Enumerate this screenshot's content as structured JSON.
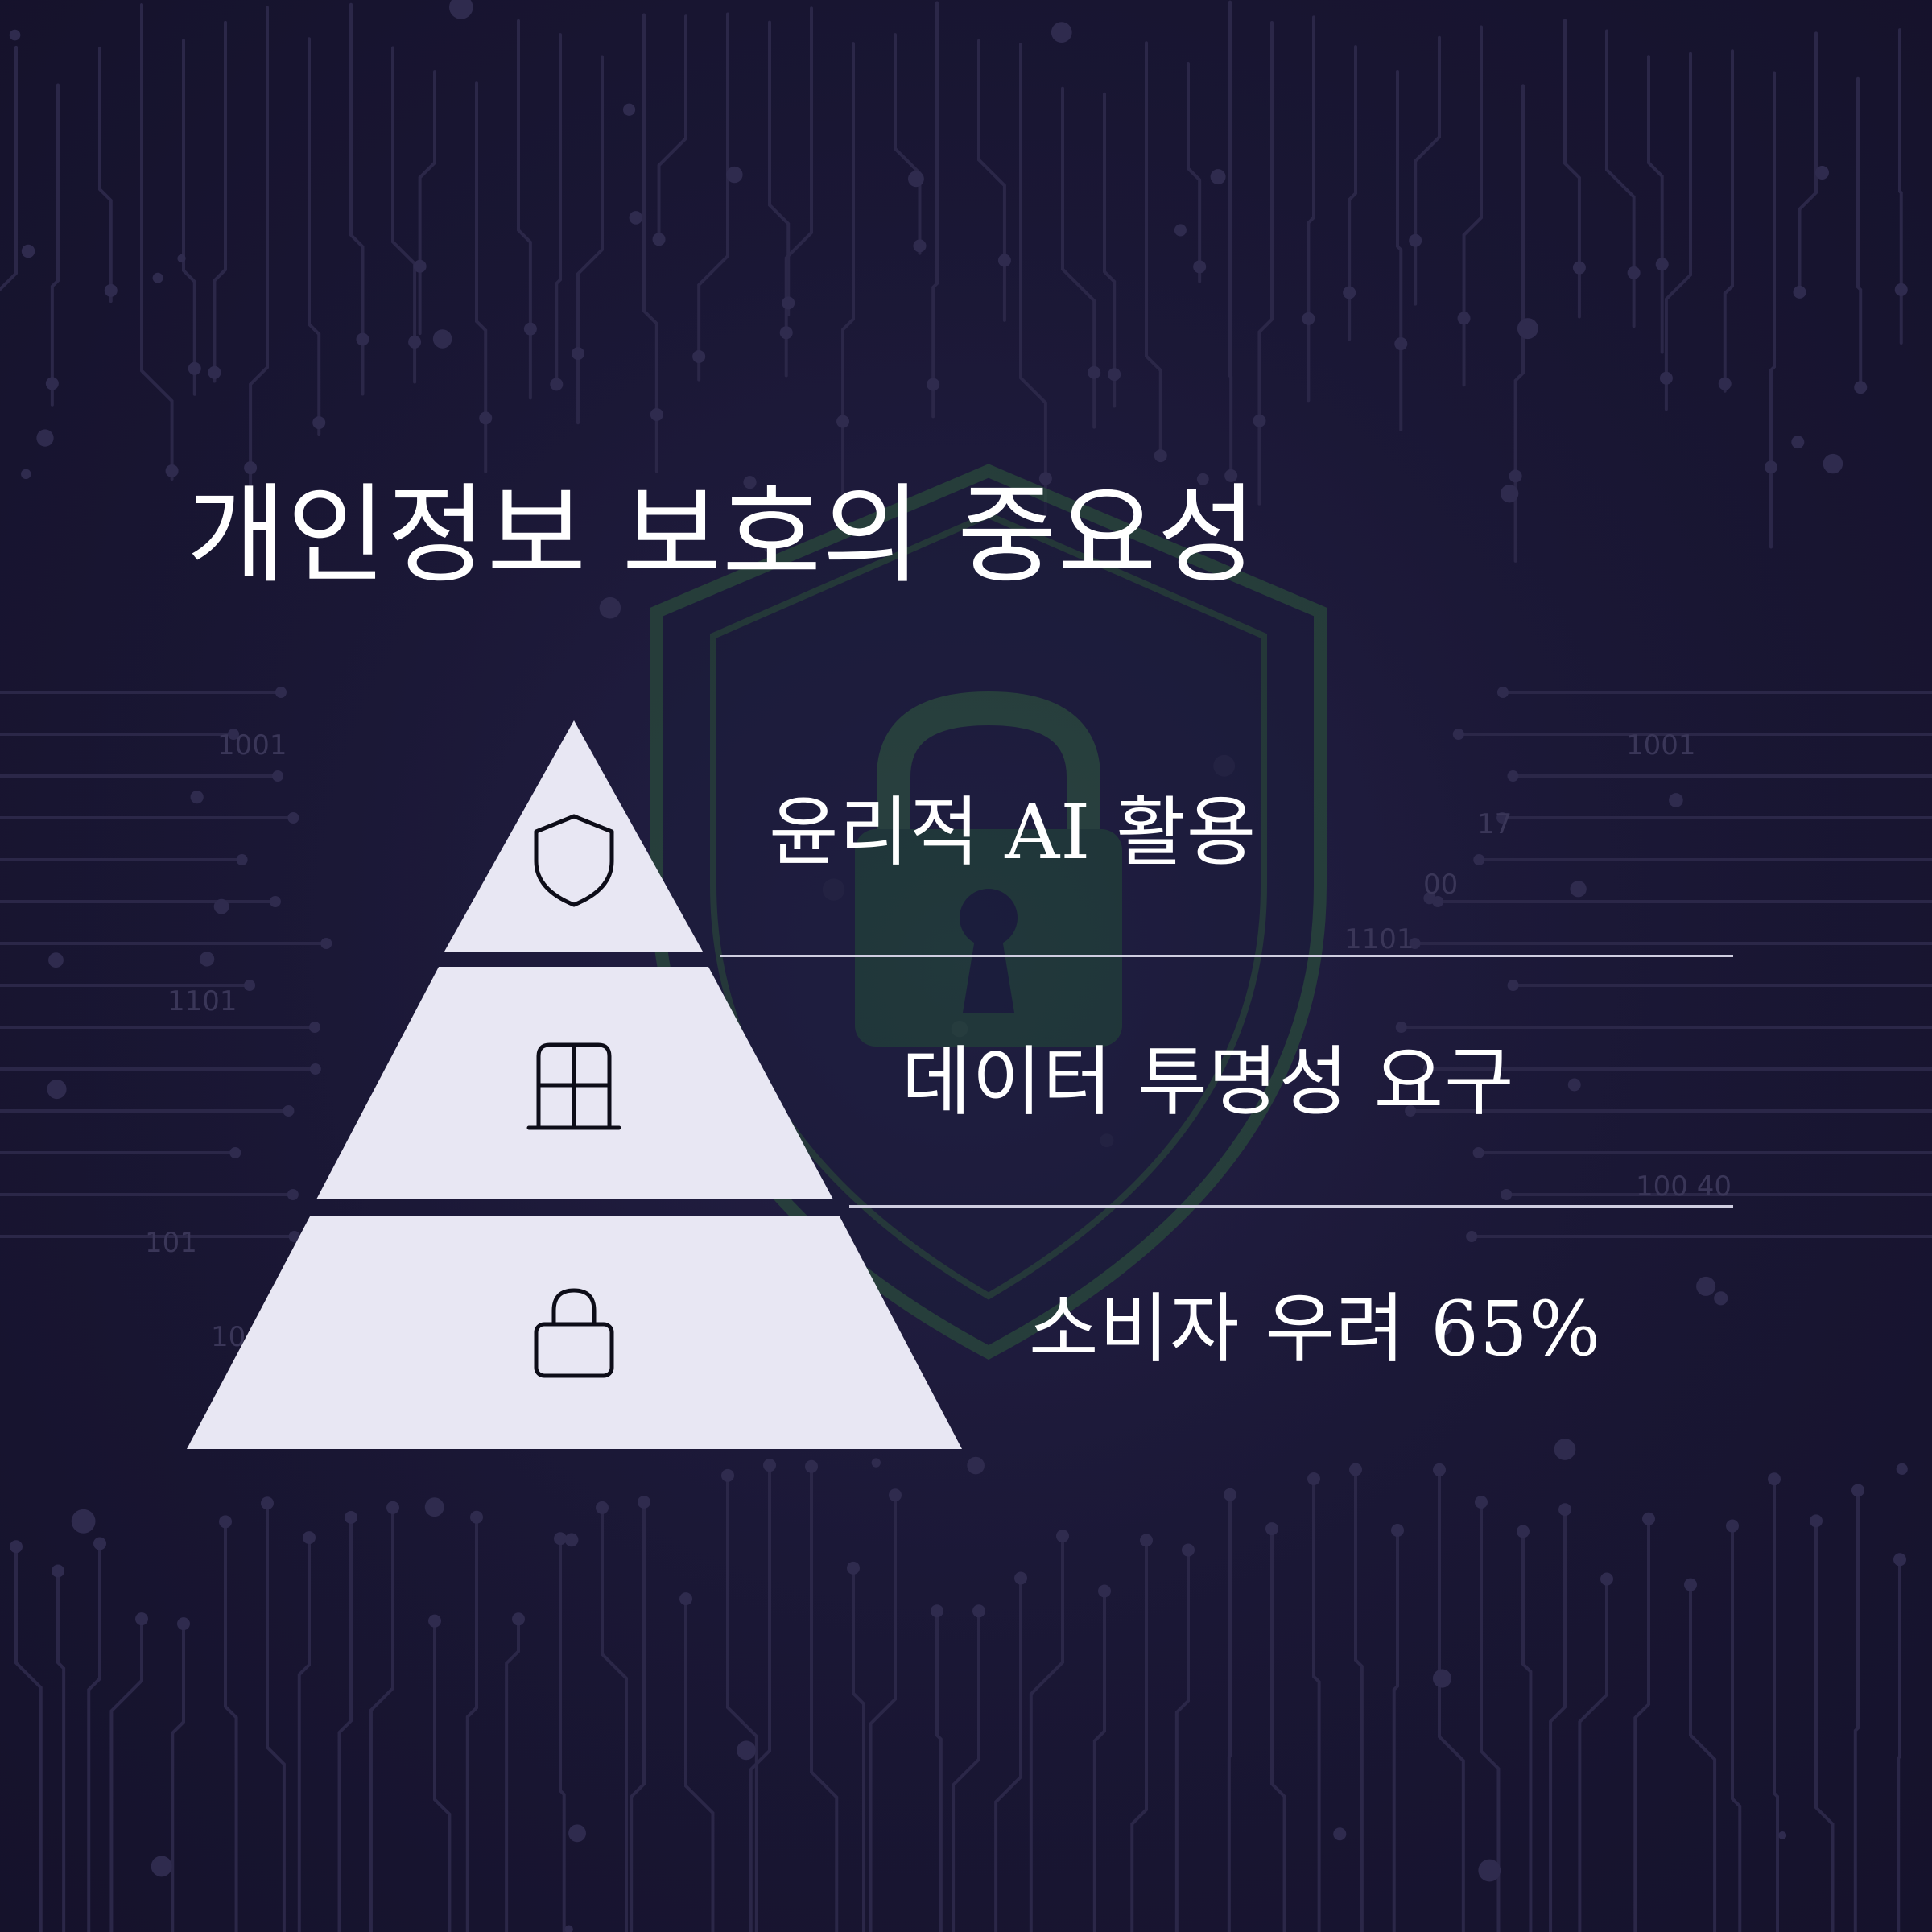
{
  "title": "개인정보 보호의 중요성",
  "background": {
    "circuit_texts": [
      "1001",
      "1001",
      "17",
      "00",
      "1101",
      "1101",
      "100 40",
      "101",
      "10"
    ],
    "colors": {
      "base": "#191632",
      "trace": "#2b2748",
      "shield_outline": "#2d5a3a",
      "lock_fill": "#1f4a32"
    }
  },
  "pyramid": {
    "tiers": [
      {
        "label_pre": "윤리적 ",
        "label_num": "AI",
        "label_post": " 활용",
        "icon": "shield-icon"
      },
      {
        "label_pre": "데이터 투명성 요구",
        "label_num": "",
        "label_post": "",
        "icon": "window-icon"
      },
      {
        "label_pre": "소비자 우려 ",
        "label_num": "65%",
        "label_post": "",
        "icon": "lock-icon"
      }
    ],
    "tier_color": "#e8e7f3",
    "divider_color": "#cfcde0"
  }
}
